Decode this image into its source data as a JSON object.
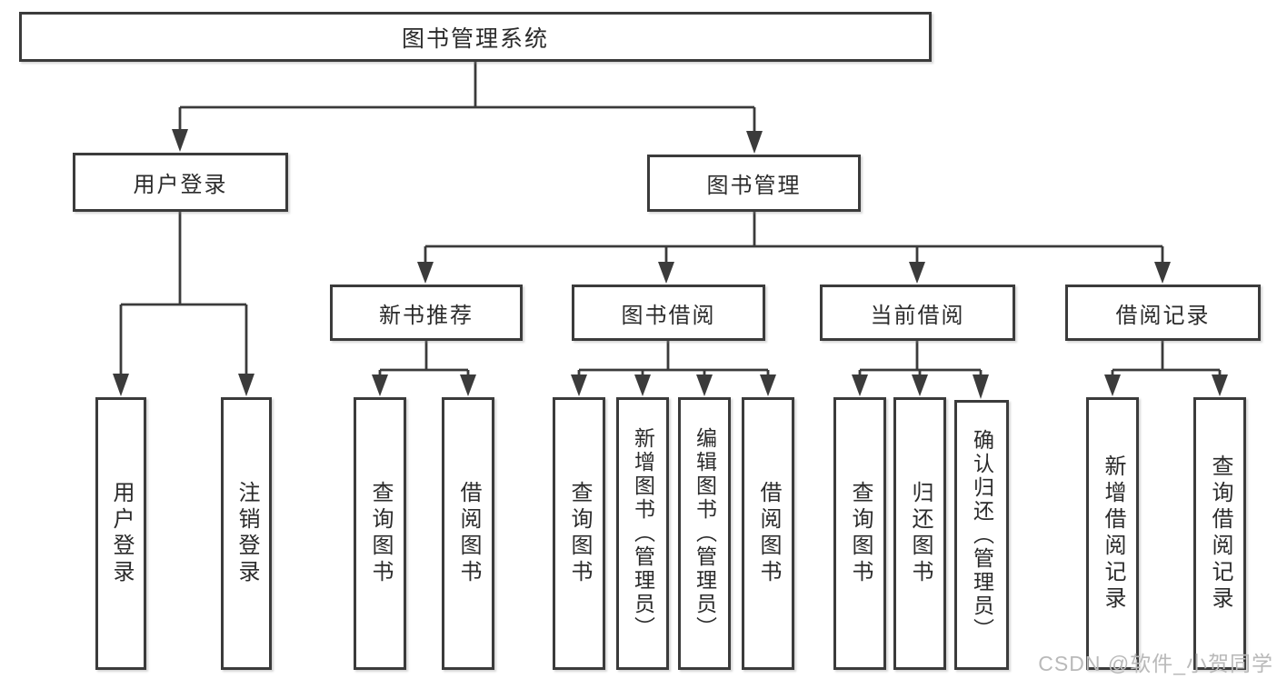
{
  "diagram": {
    "root": "图书管理系统",
    "level1": {
      "user_login": "用户登录",
      "book_management": "图书管理"
    },
    "level2": {
      "new_book_recommend": "新书推荐",
      "book_borrowing": "图书借阅",
      "current_borrowing": "当前借阅",
      "borrowing_records": "借阅记录"
    },
    "leaves": {
      "user_login": "用户登录",
      "logout": "注销登录",
      "rec_query_books": "查询图书",
      "rec_borrow_books": "借阅图书",
      "bb_query_books": "查询图书",
      "bb_add_books_admin": "新增图书（管理员）",
      "bb_edit_books_admin": "编辑图书（管理员）",
      "bb_borrow_books": "借阅图书",
      "cb_query_books": "查询图书",
      "cb_return_books": "归还图书",
      "cb_confirm_return_admin": "确认归还（管理员）",
      "br_add_record": "新增借阅记录",
      "br_query_record": "查询借阅记录"
    }
  },
  "watermark": "CSDN @软件_小贺同学",
  "colors": {
    "line": "#3b3b3b",
    "text": "#2b2b2b",
    "background": "#ffffff",
    "watermark": "#b9b9b9"
  }
}
